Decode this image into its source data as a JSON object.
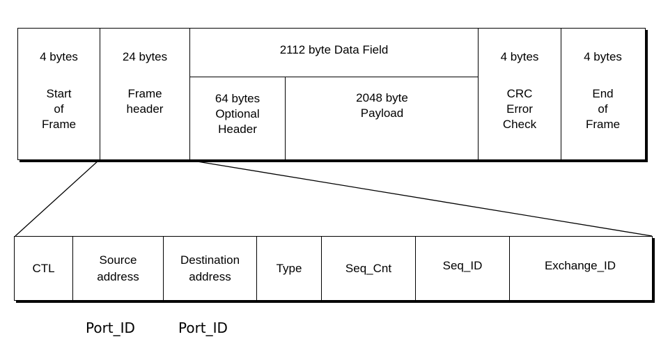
{
  "frame": {
    "fields": [
      {
        "size": "4 bytes",
        "label": "Start\nof\nFrame"
      },
      {
        "size": "24 bytes",
        "label": "Frame\nheader"
      },
      {
        "size": "4 bytes",
        "label": "CRC\nError\nCheck"
      },
      {
        "size": "4 bytes",
        "label": "End\nof\nFrame"
      }
    ],
    "data_field": {
      "title": "2112 byte Data Field",
      "parts": [
        {
          "label": "64 bytes\nOptional\nHeader"
        },
        {
          "label": "2048 byte\nPayload"
        }
      ]
    }
  },
  "header_fields": [
    {
      "label": "CTL"
    },
    {
      "label": "Source\naddress"
    },
    {
      "label": "Destination\naddress"
    },
    {
      "label": "Type"
    },
    {
      "label": "Seq_Cnt"
    },
    {
      "label": "Seq_ID"
    },
    {
      "label": "Exchange_ID"
    }
  ],
  "port_labels": [
    "Port_ID",
    "Port_ID"
  ]
}
